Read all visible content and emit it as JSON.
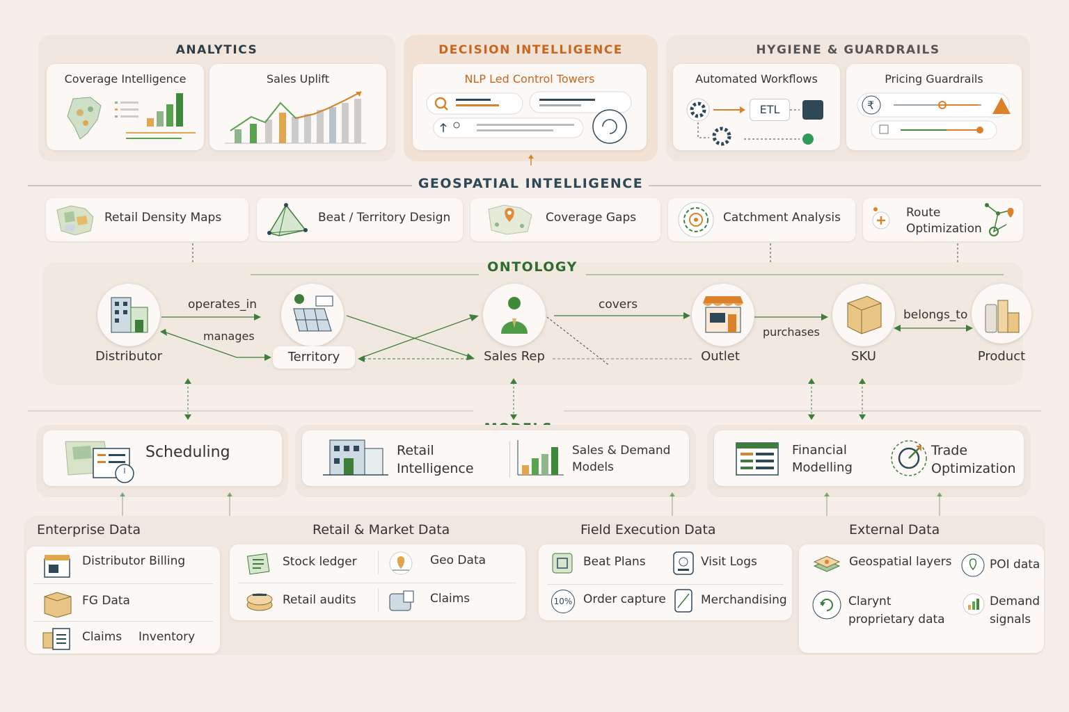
{
  "colors": {
    "accent_orange": "#d9822b",
    "accent_green": "#3f7d3a",
    "navy": "#2f4858",
    "background": "#f6efe9"
  },
  "top": {
    "analytics": {
      "title": "ANALYTICS",
      "cards": [
        {
          "title": "Coverage Intelligence"
        },
        {
          "title": "Sales Uplift"
        }
      ]
    },
    "decision": {
      "title": "DECISION INTELLIGENCE",
      "card_title": "NLP Led Control Towers"
    },
    "hygiene": {
      "title": "HYGIENE & GUARDRAILS",
      "cards": [
        {
          "title": "Automated Workflows",
          "etl": "ETL"
        },
        {
          "title": "Pricing Guardrails"
        }
      ]
    }
  },
  "geo": {
    "title": "GEOSPATIAL INTELLIGENCE",
    "items": [
      {
        "label": "Retail Density Maps",
        "icon": "density-map-icon"
      },
      {
        "label": "Beat / Territory Design",
        "icon": "territory-design-icon"
      },
      {
        "label": "Coverage Gaps",
        "icon": "coverage-gaps-icon"
      },
      {
        "label": "Catchment Analysis",
        "icon": "catchment-icon"
      },
      {
        "label": "Route Optimization",
        "icon": "route-icon"
      }
    ]
  },
  "ontology": {
    "title": "ONTOLOGY",
    "nodes": [
      "Distributor",
      "Territory",
      "Sales Rep",
      "Outlet",
      "SKU",
      "Product"
    ],
    "edges": [
      "operates_in",
      "manages",
      "covers",
      "purchases",
      "belongs_to"
    ]
  },
  "models": {
    "title": "MODELS",
    "items": [
      "Scheduling",
      "Retail Intelligence",
      "Sales & Demand Models",
      "Financial Modelling",
      "Trade Optimization"
    ]
  },
  "data": {
    "enterprise": {
      "title": "Enterprise Data",
      "items": [
        "Distributor Billing",
        "FG Data",
        "Claims",
        "Inventory"
      ]
    },
    "retail": {
      "title": "Retail & Market Data",
      "items": [
        "Stock ledger",
        "Geo Data",
        "Retail audits",
        "Claims"
      ]
    },
    "field": {
      "title": "Field Execution Data",
      "items": [
        "Beat Plans",
        "Visit Logs",
        "Order capture",
        "Merchandising"
      ],
      "badge": "10%"
    },
    "external": {
      "title": "External Data",
      "items": [
        "Geospatial layers",
        "POI data",
        "Clarynt proprietary data",
        "Demand signals"
      ]
    }
  }
}
